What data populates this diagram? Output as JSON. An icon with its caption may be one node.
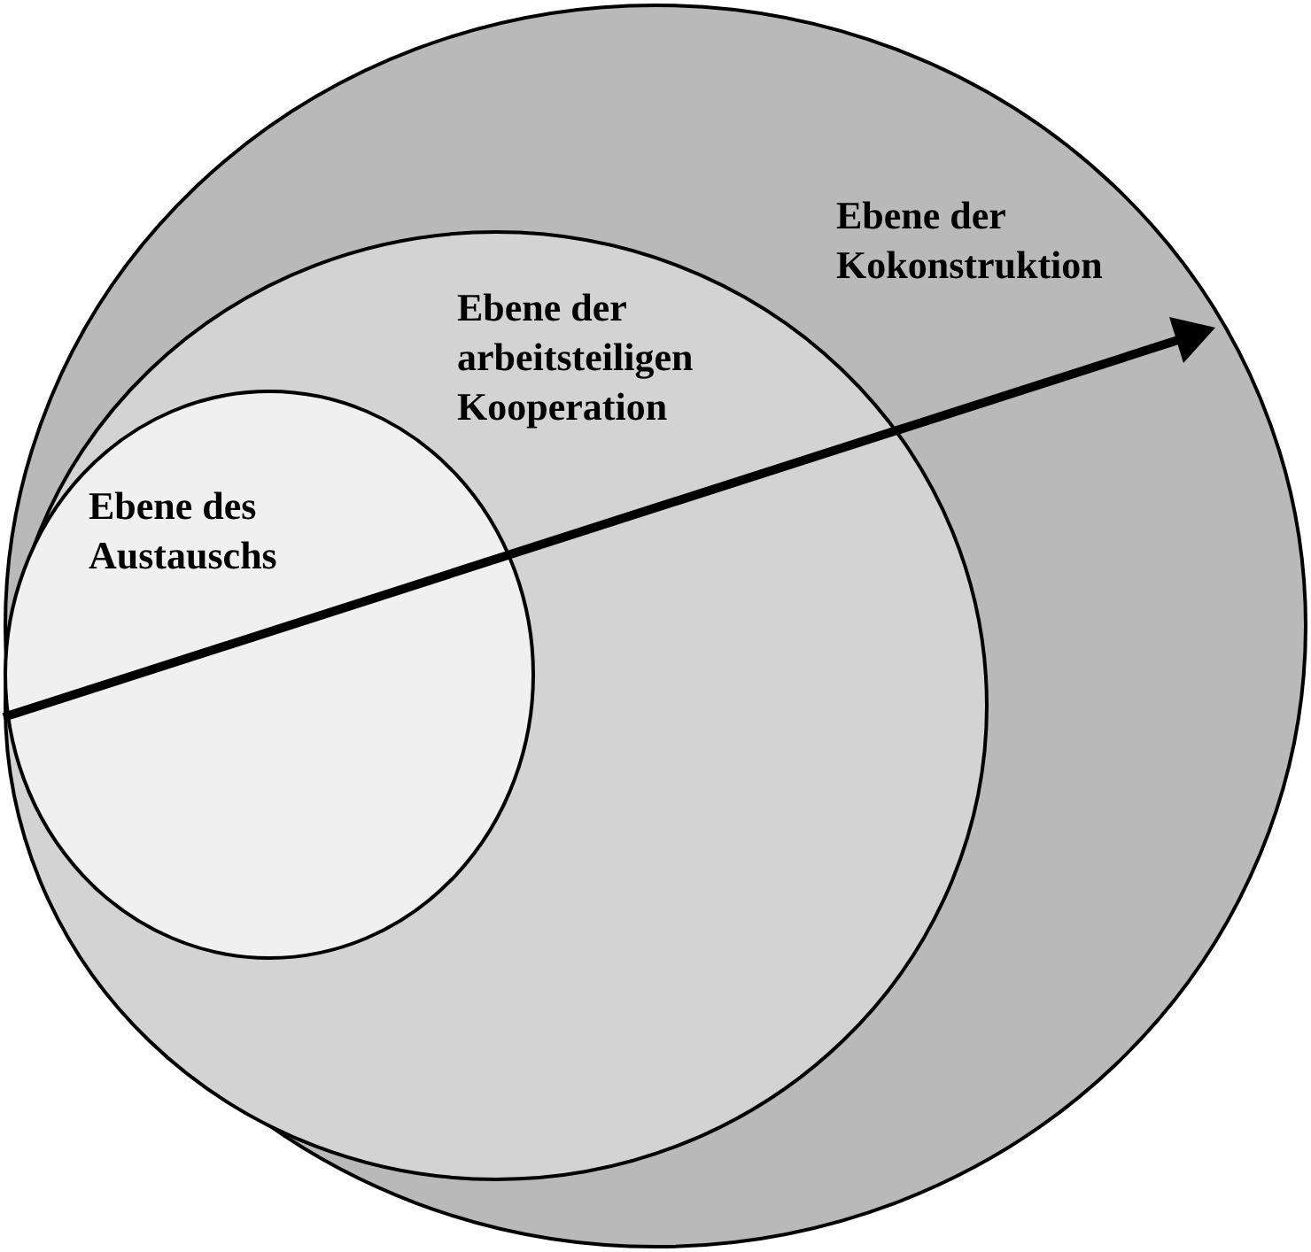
{
  "diagram": {
    "nodes": [
      {
        "text": [
          "Ebene der Kokonstruktion"
        ]
      },
      {
        "text": [
          "Ebene der arbeitsteiligen Kooperation"
        ],
        "in": 0
      },
      {
        "text": [
          "Ebene des Austauschs"
        ],
        "in": 1
      }
    ]
  }
}
